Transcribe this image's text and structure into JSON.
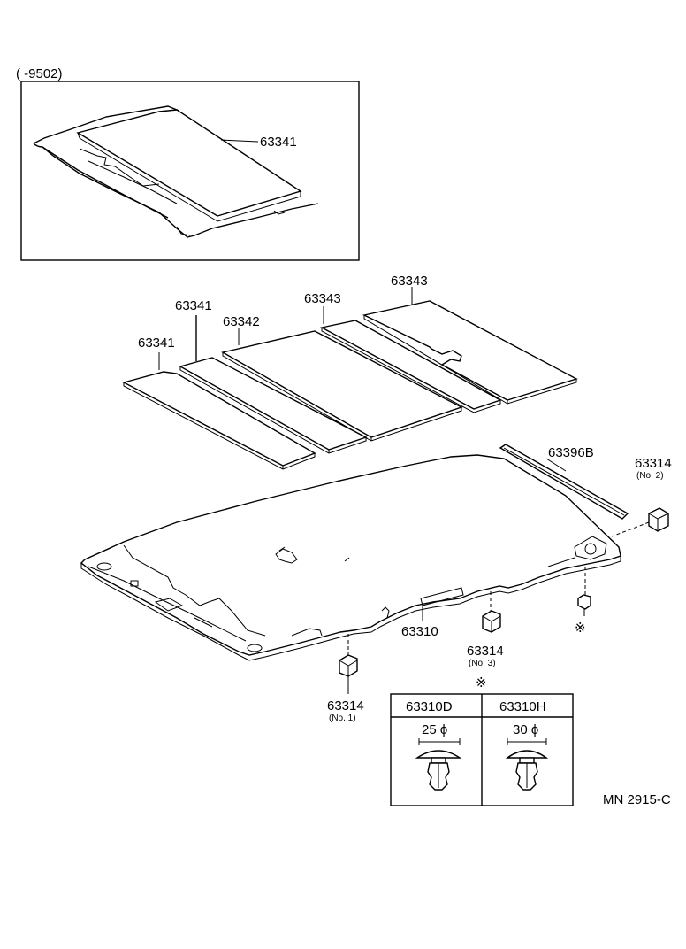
{
  "inset": {
    "period": "(        -9502)",
    "part": "63341"
  },
  "labels": {
    "panel_a": "63341",
    "panel_b": "63341",
    "panel_c": "63342",
    "panel_d": "63343",
    "panel_e": "63343",
    "weatherstrip": "63396B",
    "headliner": "63310",
    "clip_no1": "63314",
    "clip_no1_sub": "(No. 1)",
    "clip_no2": "63314",
    "clip_no2_sub": "(No. 2)",
    "clip_no3": "63314",
    "clip_no3_sub": "(No. 3)",
    "asterisk_mark": "※",
    "table_mark": "※"
  },
  "table": {
    "col1_part": "63310D",
    "col1_dim": "25 ϕ",
    "col2_part": "63310H",
    "col2_dim": "30 ϕ"
  },
  "code": "MN 2915-C"
}
